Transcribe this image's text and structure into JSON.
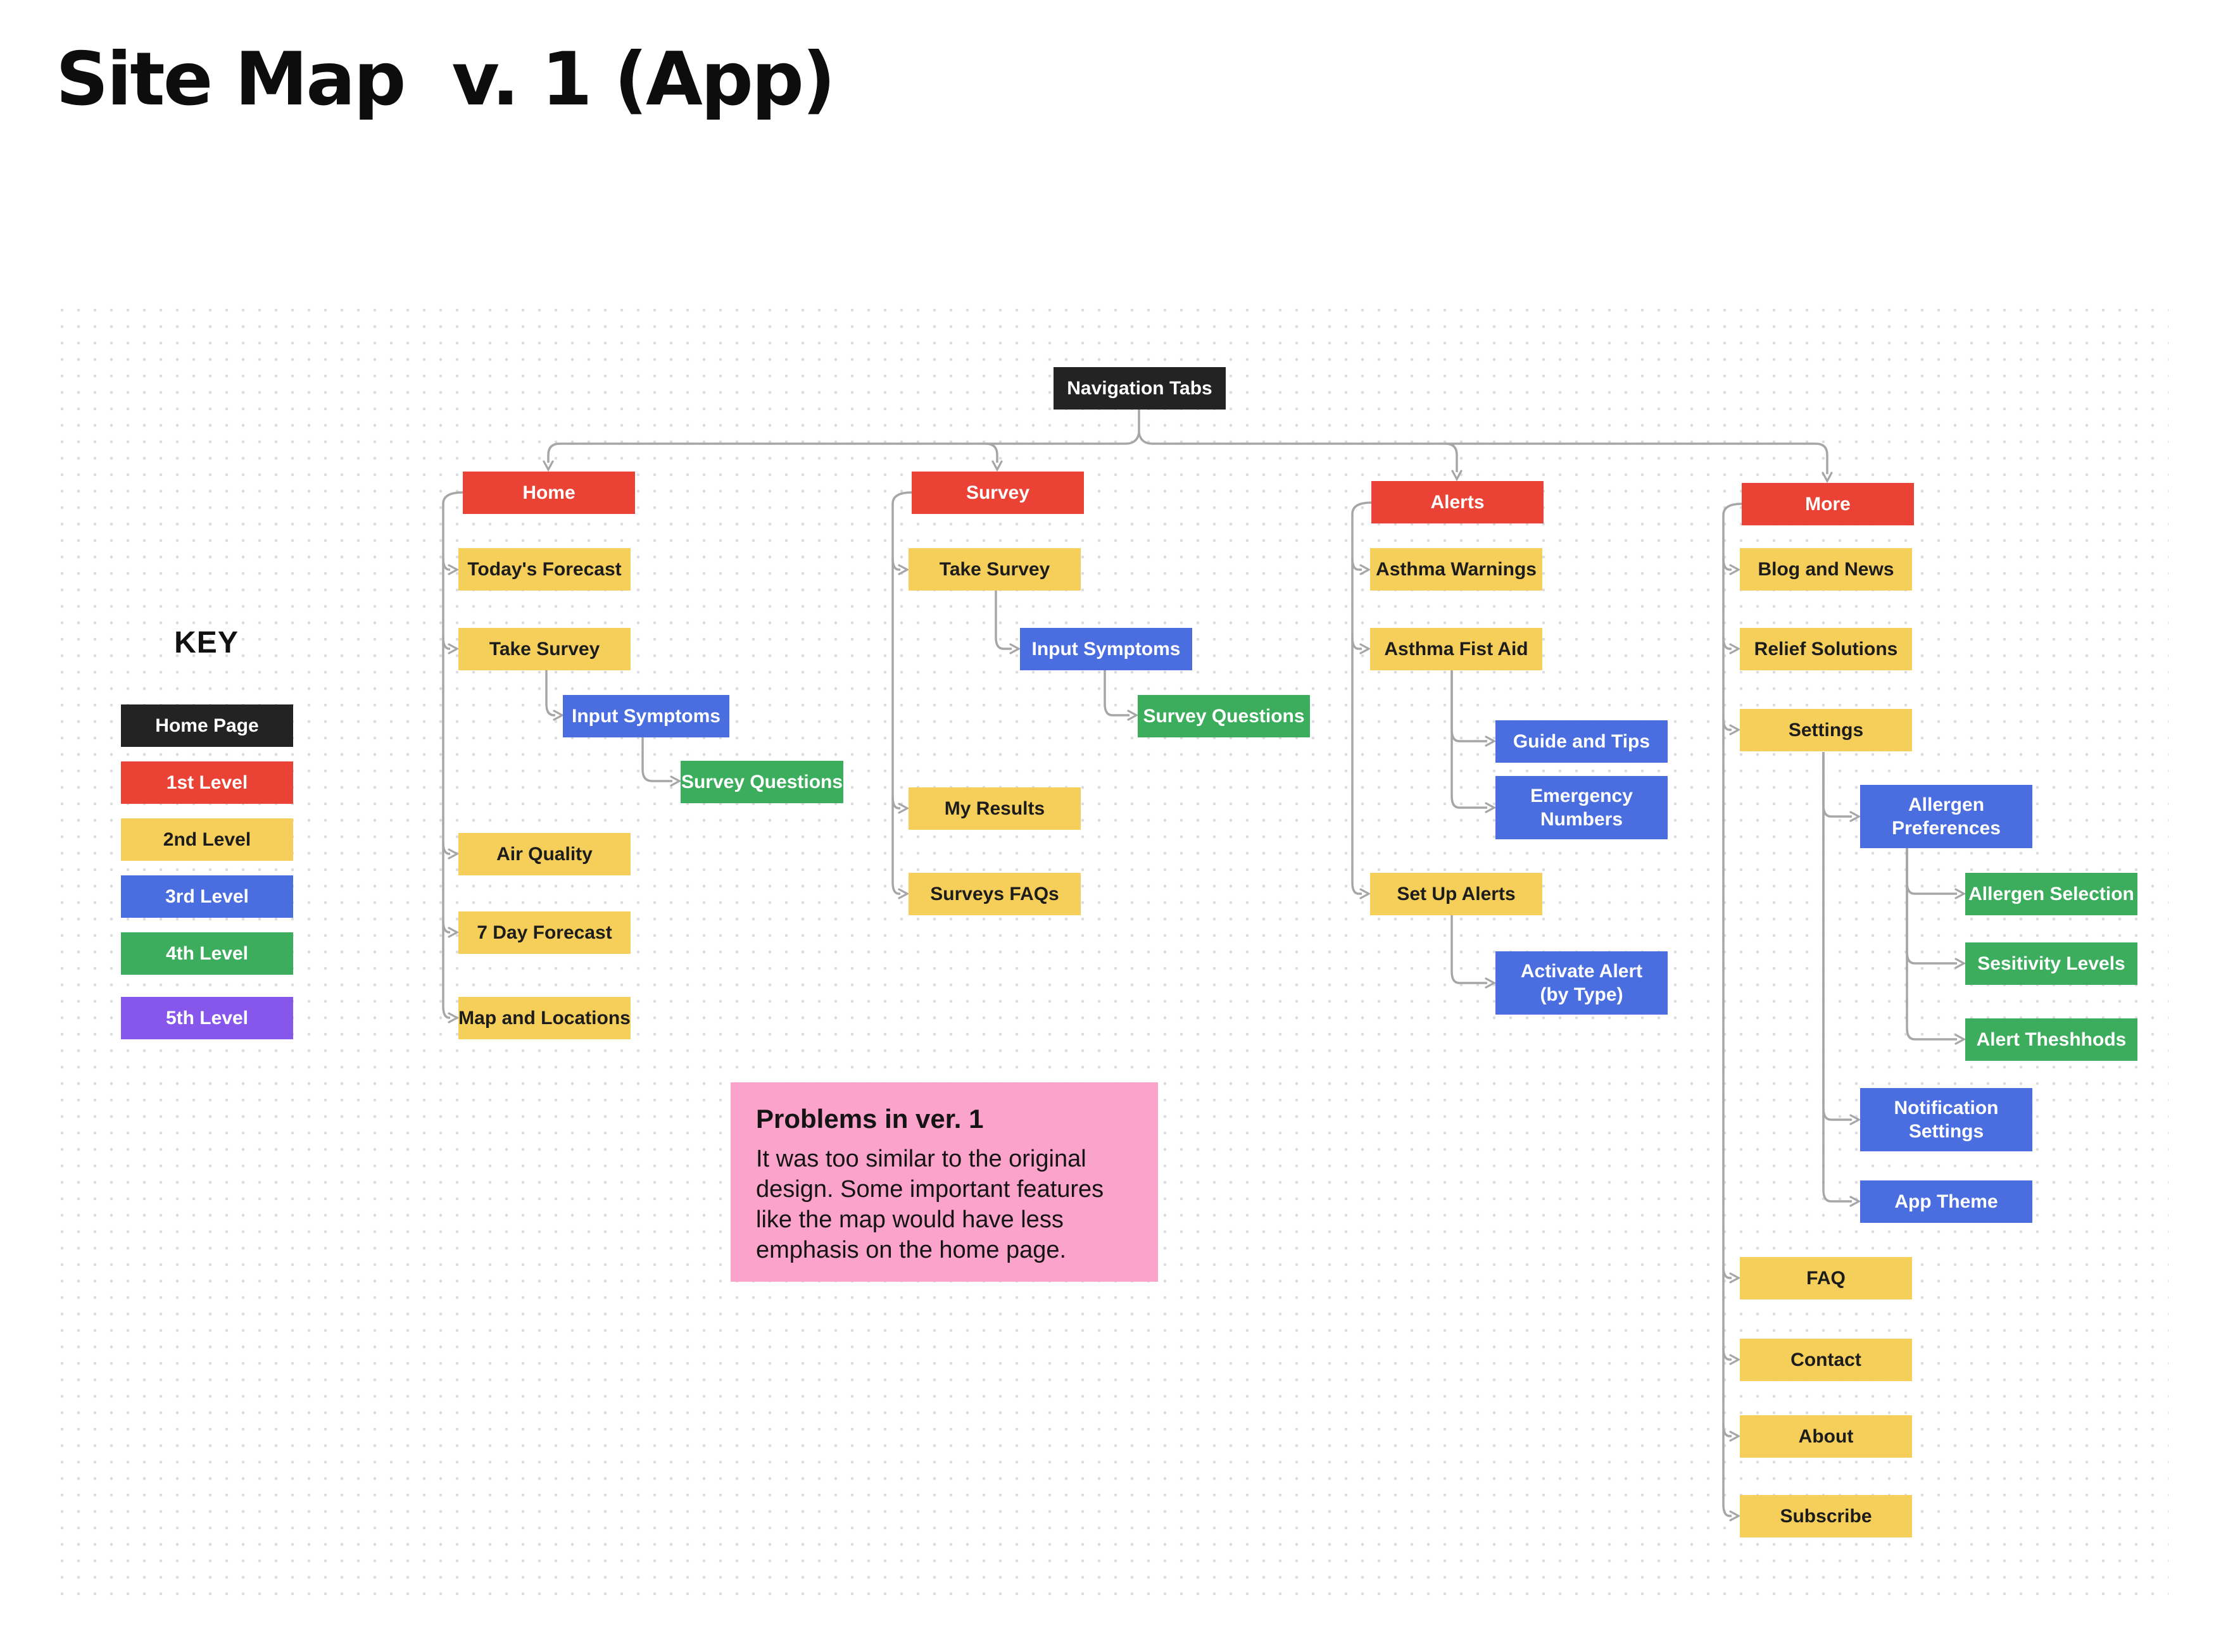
{
  "title": "Site Map  v. 1 (App)",
  "key": {
    "heading": "KEY",
    "items": [
      {
        "label": "Home Page"
      },
      {
        "label": "1st Level"
      },
      {
        "label": "2nd Level"
      },
      {
        "label": "3rd Level"
      },
      {
        "label": "4th Level"
      },
      {
        "label": "5th Level"
      }
    ]
  },
  "colors": {
    "home_page": "#232323",
    "level1": "#EA4335",
    "level2": "#F6CF5A",
    "level3": "#4A6EE0",
    "level4": "#3BAD5C",
    "level5": "#8757EB",
    "note": "#FCA3CB",
    "connector": "#A6A6A6"
  },
  "note": {
    "title": "Problems in ver. 1",
    "body": "It was too similar to the original design. Some important features like the map would have less emphasis on the home page."
  },
  "nodes": {
    "navigation_tabs": "Navigation Tabs",
    "home": "Home",
    "survey": "Survey",
    "alerts": "Alerts",
    "more": "More",
    "todays_forecast": "Today's Forecast",
    "home_take_survey": "Take Survey",
    "home_input_symptoms": "Input Symptoms",
    "home_survey_questions": "Survey Questions",
    "air_quality": "Air Quality",
    "seven_day_forecast": "7 Day Forecast",
    "map_and_locations": "Map and Locations",
    "survey_take_survey": "Take Survey",
    "survey_input_symptoms": "Input Symptoms",
    "survey_survey_questions": "Survey Questions",
    "my_results": "My Results",
    "surveys_faqs": "Surveys FAQs",
    "asthma_warnings": "Asthma Warnings",
    "asthma_fist_aid": "Asthma Fist Aid",
    "guide_and_tips": "Guide and Tips",
    "emergency_numbers": "Emergency Numbers",
    "set_up_alerts": "Set Up Alerts",
    "activate_alert": "Activate Alert (by Type)",
    "blog_and_news": "Blog and News",
    "relief_solutions": "Relief Solutions",
    "settings": "Settings",
    "allergen_preferences": "Allergen Preferences",
    "allergen_selection": "Allergen Selection",
    "sesitivity_levels": "Sesitivity Levels",
    "alert_theshhods": "Alert Theshhods",
    "notification_settings": "Notification Settings",
    "app_theme": "App Theme",
    "faq": "FAQ",
    "contact": "Contact",
    "about": "About",
    "subscribe": "Subscribe"
  }
}
